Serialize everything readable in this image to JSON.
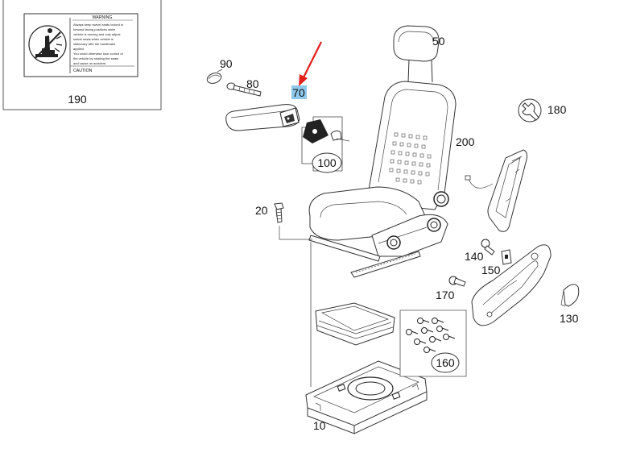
{
  "colors": {
    "highlight": "#8ec8ea",
    "arrow": "#e0201b",
    "line": "#333333"
  },
  "callouts": {
    "c10": "10",
    "c20": "20",
    "c50": "50",
    "c70": "70",
    "c80": "80",
    "c90": "90",
    "c100": "100",
    "c130": "130",
    "c140": "140",
    "c150": "150",
    "c160": "160",
    "c170": "170",
    "c180": "180",
    "c190": "190",
    "c200": "200"
  },
  "warning_label": {
    "heading": "WARNING",
    "lines": [
      "Always keep swivel seats locked in",
      "forward facing positions while",
      "vehicle is moving and only adjust",
      "swivel seats when vehicle is",
      "stationary with the handbrake",
      "applied.",
      "You could otherwise lose control of",
      "the vehicle by rotating the seats",
      "and cause an accident."
    ],
    "footer": "CAUTION"
  },
  "icons": {
    "seat_warning": "seat-warning-pictogram-icon",
    "wrench": "wrench-icon",
    "arrow": "red-pointer-arrow-icon"
  }
}
